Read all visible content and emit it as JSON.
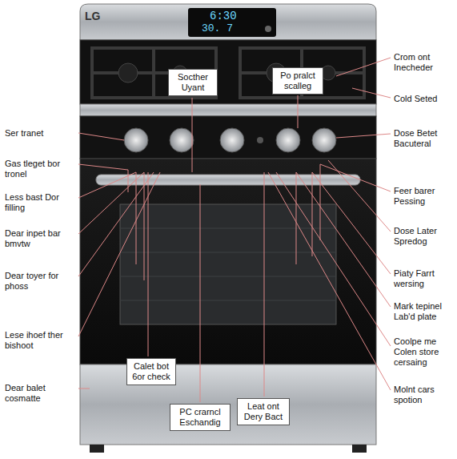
{
  "diagram": {
    "nodes": [
      {
        "text": [
          "Socther Uyant"
        ]
      },
      {
        "text": [
          "Po pralct scalleg"
        ]
      },
      {
        "text": [
          "Calet bot 6or check"
        ]
      },
      {
        "text": [
          "PC crarncl Eschandig"
        ]
      },
      {
        "text": [
          "Leat ont Dery Bact"
        ]
      }
    ],
    "labels": [
      "LG",
      "6:30",
      "30. 7",
      "Ser tranet",
      "Gas tleget bor tronel",
      "Less bast Dor filling",
      "Dear inpet bar bmvtw",
      "Dear toyer for phoss",
      "Lese ihoef ther bishoot",
      "Dear balet cosmatte",
      "Crom ont Inecheder",
      "Cold Seted",
      "Dose Betet Bacuteral",
      "Feer barer Pessing",
      "Dose Later Spredog",
      "Piaty Farrt wersing",
      "Mark tepinel Lab'd plate",
      "Coolpe me Colen store cersaing",
      "Molnt cars spotion"
    ]
  }
}
